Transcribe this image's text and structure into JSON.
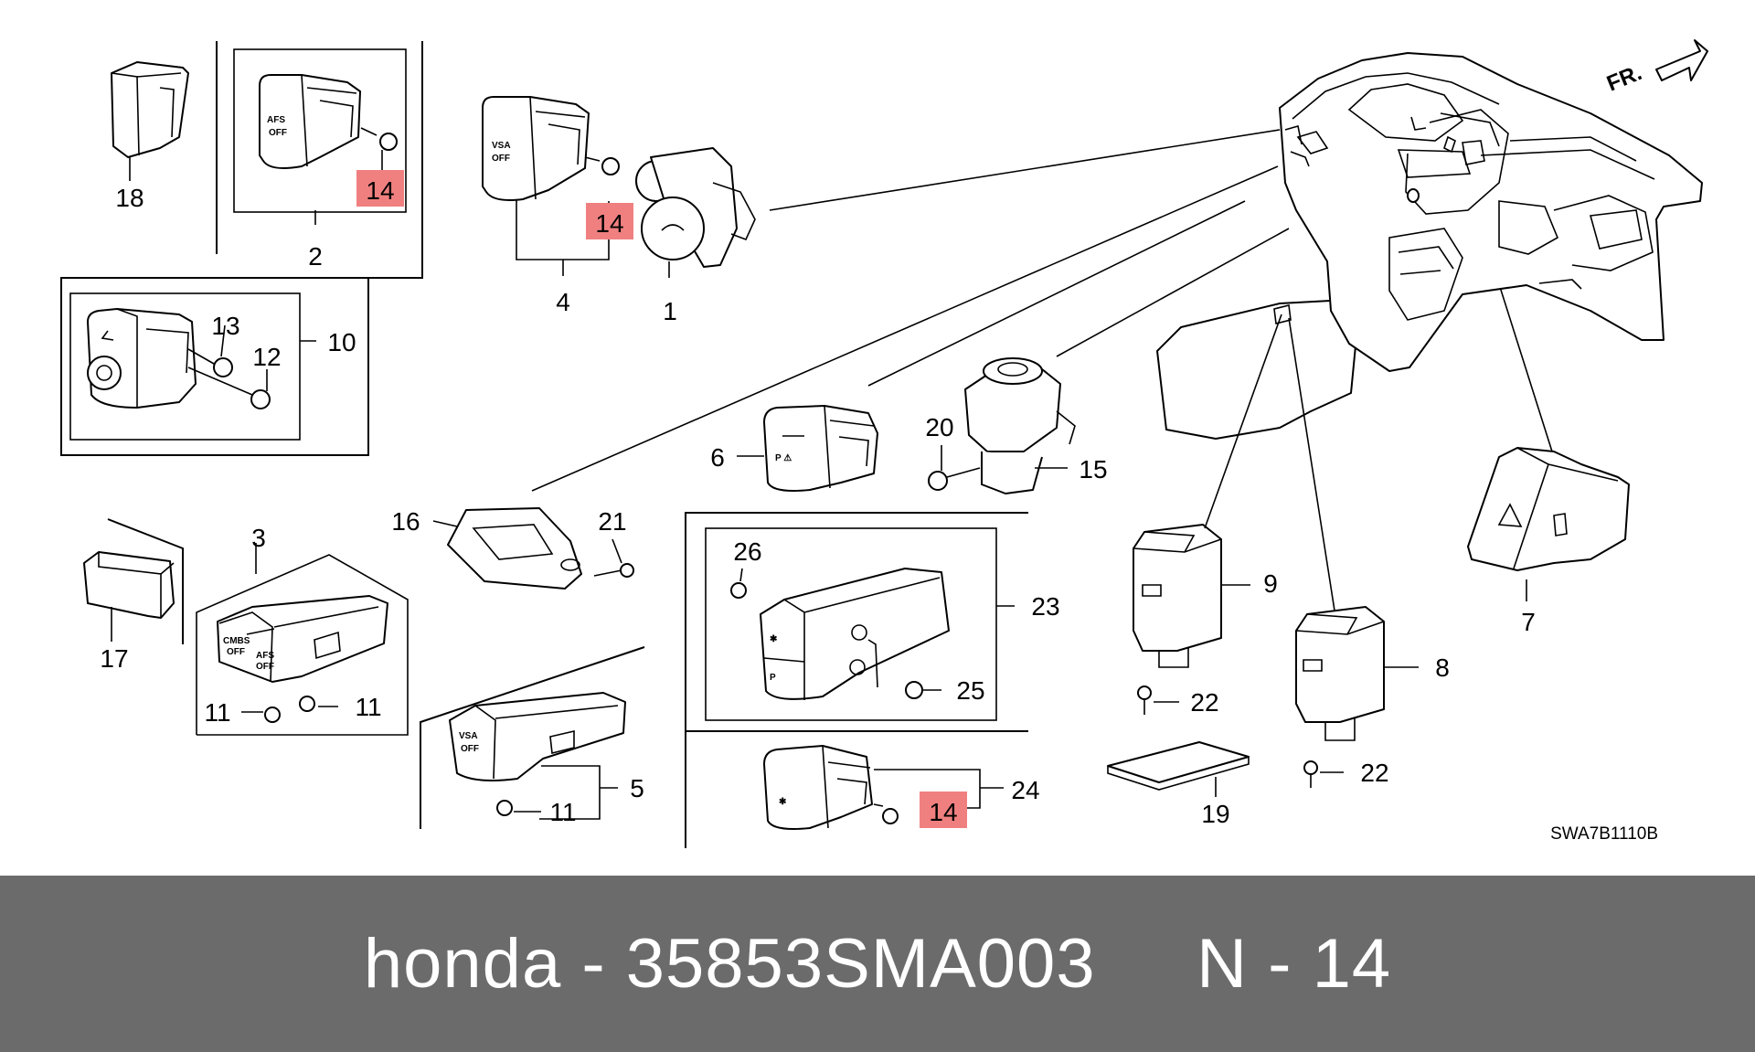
{
  "diagram": {
    "code": "SWA7B1110B",
    "direction_label": "FR.",
    "callouts": {
      "c1": "1",
      "c2": "2",
      "c3": "3",
      "c4": "4",
      "c5": "5",
      "c6": "6",
      "c7": "7",
      "c8": "8",
      "c9": "9",
      "c10": "10",
      "c11a": "11",
      "c11b": "11",
      "c11c": "11",
      "c12": "12",
      "c13": "13",
      "c14a": "14",
      "c14b": "14",
      "c14c": "14",
      "c15": "15",
      "c16": "16",
      "c17": "17",
      "c18": "18",
      "c19": "19",
      "c20": "20",
      "c21": "21",
      "c22a": "22",
      "c22b": "22",
      "c23": "23",
      "c24": "24",
      "c25": "25",
      "c26": "26"
    },
    "switch_labels": {
      "afs_a": "AFS",
      "afs_b": "OFF",
      "vsa_a": "VSA",
      "vsa_b": "OFF",
      "vsa2_a": "VSA",
      "vsa2_b": "OFF",
      "cmbs_a": "CMBS",
      "cmbs_b": "OFF",
      "afs2_a": "AFS",
      "afs2_b": "OFF"
    },
    "highlight_color": "#f08080"
  },
  "footer": {
    "text": "honda - 35853SMA003     N - 14",
    "background": "#6b6b6b"
  }
}
